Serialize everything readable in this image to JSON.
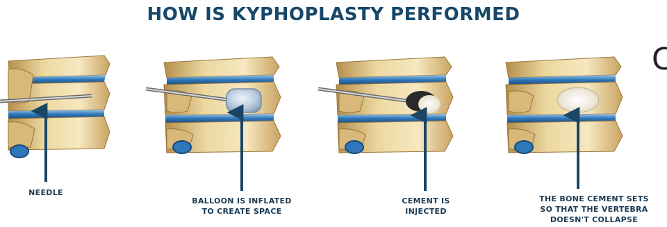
{
  "title": "HOW IS KYPHOPLASTY PERFORMED",
  "cut_off_text": "C",
  "colors": {
    "title": "#17486a",
    "bone": "#e8d39a",
    "disc": "#2e77b8",
    "arrow": "#1b4565",
    "cement": "#f1ede3"
  },
  "steps": [
    {
      "caption_lines": [
        "NEEDLE"
      ]
    },
    {
      "caption_lines": [
        "BALLOON IS INFLATED",
        "TO CREATE SPACE"
      ]
    },
    {
      "caption_lines": [
        "CEMENT IS",
        "INJECTED"
      ]
    },
    {
      "caption_lines": [
        "THE BONE CEMENT SETS",
        "SO THAT THE VERTEBRA",
        "DOESN'T COLLAPSE"
      ]
    }
  ]
}
